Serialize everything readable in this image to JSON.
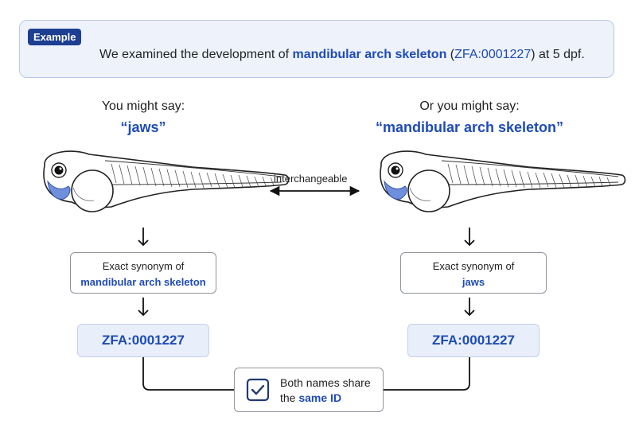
{
  "example": {
    "badge": "Example",
    "sentence_pre": "We examined the development of ",
    "sentence_term": "mandibular arch skeleton",
    "sentence_open": " (",
    "sentence_id": "ZFA:0001227",
    "sentence_post": ") at 5 dpf."
  },
  "left": {
    "say": "You might say:",
    "quote": "“jaws”",
    "synonym_label": "Exact synonym of",
    "synonym_term": "mandibular arch skeleton",
    "id": "ZFA:0001227"
  },
  "right": {
    "say": "Or you might say:",
    "quote": "“mandibular arch skeleton”",
    "synonym_label": "Exact synonym of",
    "synonym_term": "jaws",
    "id": "ZFA:0001227"
  },
  "middle": {
    "relation": "interchangeable"
  },
  "shared": {
    "line1": "Both names share",
    "line2_pre": "the ",
    "line2_em": "same ID"
  },
  "colors": {
    "accent_blue": "#1e4bb8",
    "badge_navy": "#1c3f91",
    "highlight_fill": "#e9effa"
  },
  "icons": [
    "zebrafish-larva-illustration",
    "double-arrow-icon",
    "down-arrow-icon",
    "checkbox-check-icon"
  ]
}
